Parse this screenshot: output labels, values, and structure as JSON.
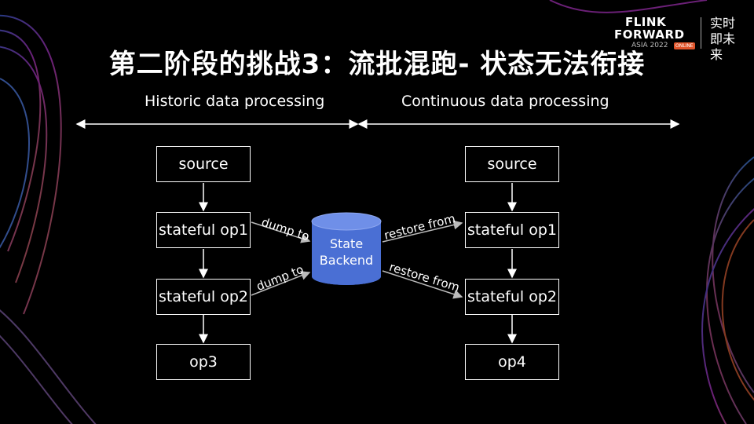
{
  "title": "第二阶段的挑战3：流批混跑- 状态无法衔接",
  "logo": {
    "line1": "FLINK",
    "line2": "FORWARD",
    "year": "ASIA 2022",
    "badge": "ONLINE",
    "slogan": "实时即未来"
  },
  "sections": {
    "left": "Historic data processing",
    "right": "Continuous data processing"
  },
  "nodes": {
    "left_source": "source",
    "left_op1": "stateful op1",
    "left_op2": "stateful op2",
    "left_op3": "op3",
    "right_source": "source",
    "right_op1": "stateful op1",
    "right_op2": "stateful op2",
    "right_op4": "op4"
  },
  "state_backend": {
    "line1": "State",
    "line2": "Backend",
    "color": "#4a6fd4"
  },
  "edge_labels": {
    "dump_to_1": "dump to",
    "dump_to_2": "dump to",
    "restore_from_1": "restore from",
    "restore_from_2": "restore from"
  }
}
